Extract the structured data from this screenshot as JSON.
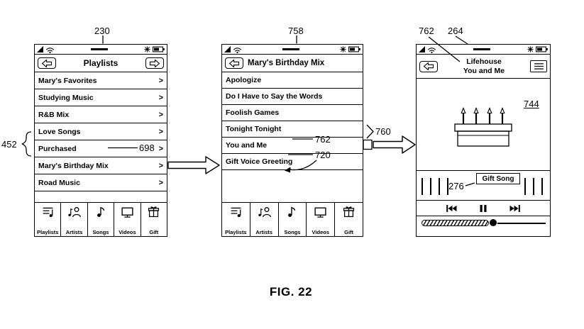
{
  "figure": {
    "caption": "FIG. 22"
  },
  "refs": {
    "n230": "230",
    "n452": "452",
    "n698": "698",
    "n758": "758",
    "n760": "760",
    "n762_list": "762",
    "n720": "720",
    "n762_screen": "762",
    "n264": "264",
    "n744": "744",
    "n276": "276"
  },
  "phone1": {
    "title": "Playlists",
    "chevron": ">",
    "items": [
      "Mary's Favorites",
      "Studying Music",
      "R&B Mix",
      "Love Songs",
      "Purchased",
      "Mary's Birthday Mix",
      "Road Music"
    ]
  },
  "phone2": {
    "title": "Mary's Birthday Mix",
    "items": [
      "Apologize",
      "Do I Have to Say the Words",
      "Foolish Games",
      "Tonight Tonight",
      "You and Me",
      "Gift Voice Greeting"
    ]
  },
  "phone3": {
    "artist": "Lifehouse",
    "track": "You and Me",
    "gift_tooltip": "Gift Song"
  },
  "tabbar": {
    "labels": [
      "Playlists",
      "Artists",
      "Songs",
      "Videos",
      "Gift"
    ]
  },
  "icons": {
    "statusbar": [
      "signal-icon",
      "wifi-icon",
      "carrier-dash",
      "asterisk-icon",
      "battery-icon"
    ],
    "nav": [
      "back-arrow-icon",
      "forward-arrow-icon",
      "track-list-icon"
    ],
    "tabs": [
      "playlists-icon",
      "artist-icon",
      "song-note-icon",
      "videos-icon",
      "gift-icon"
    ],
    "playback": [
      "previous-track-icon",
      "pause-icon",
      "next-track-icon"
    ],
    "artwork": [
      "birthday-cake-icon"
    ]
  }
}
